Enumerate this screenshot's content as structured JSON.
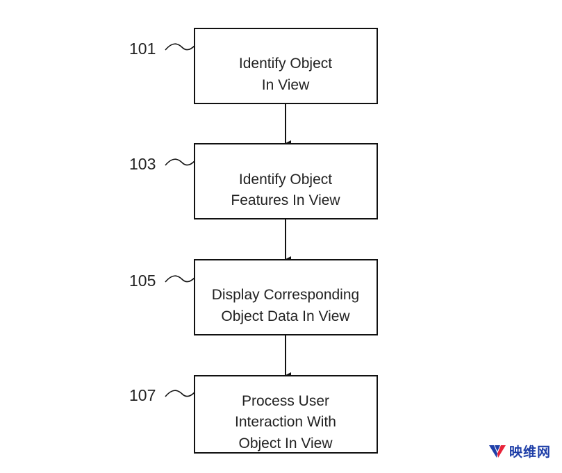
{
  "diagram": {
    "steps": [
      {
        "ref": "101",
        "lines": [
          "Identify Object",
          "In View"
        ]
      },
      {
        "ref": "103",
        "lines": [
          "Identify Object",
          "Features In View"
        ]
      },
      {
        "ref": "105",
        "lines": [
          "Display Corresponding",
          "Object Data In View"
        ]
      },
      {
        "ref": "107",
        "lines": [
          "Process User",
          "Interaction With",
          "Object In View"
        ]
      }
    ]
  },
  "watermark": {
    "text": "映维网",
    "logo_colors": [
      "#1f3fa8",
      "#e8233a"
    ],
    "text_color": "#1f3fa8"
  }
}
